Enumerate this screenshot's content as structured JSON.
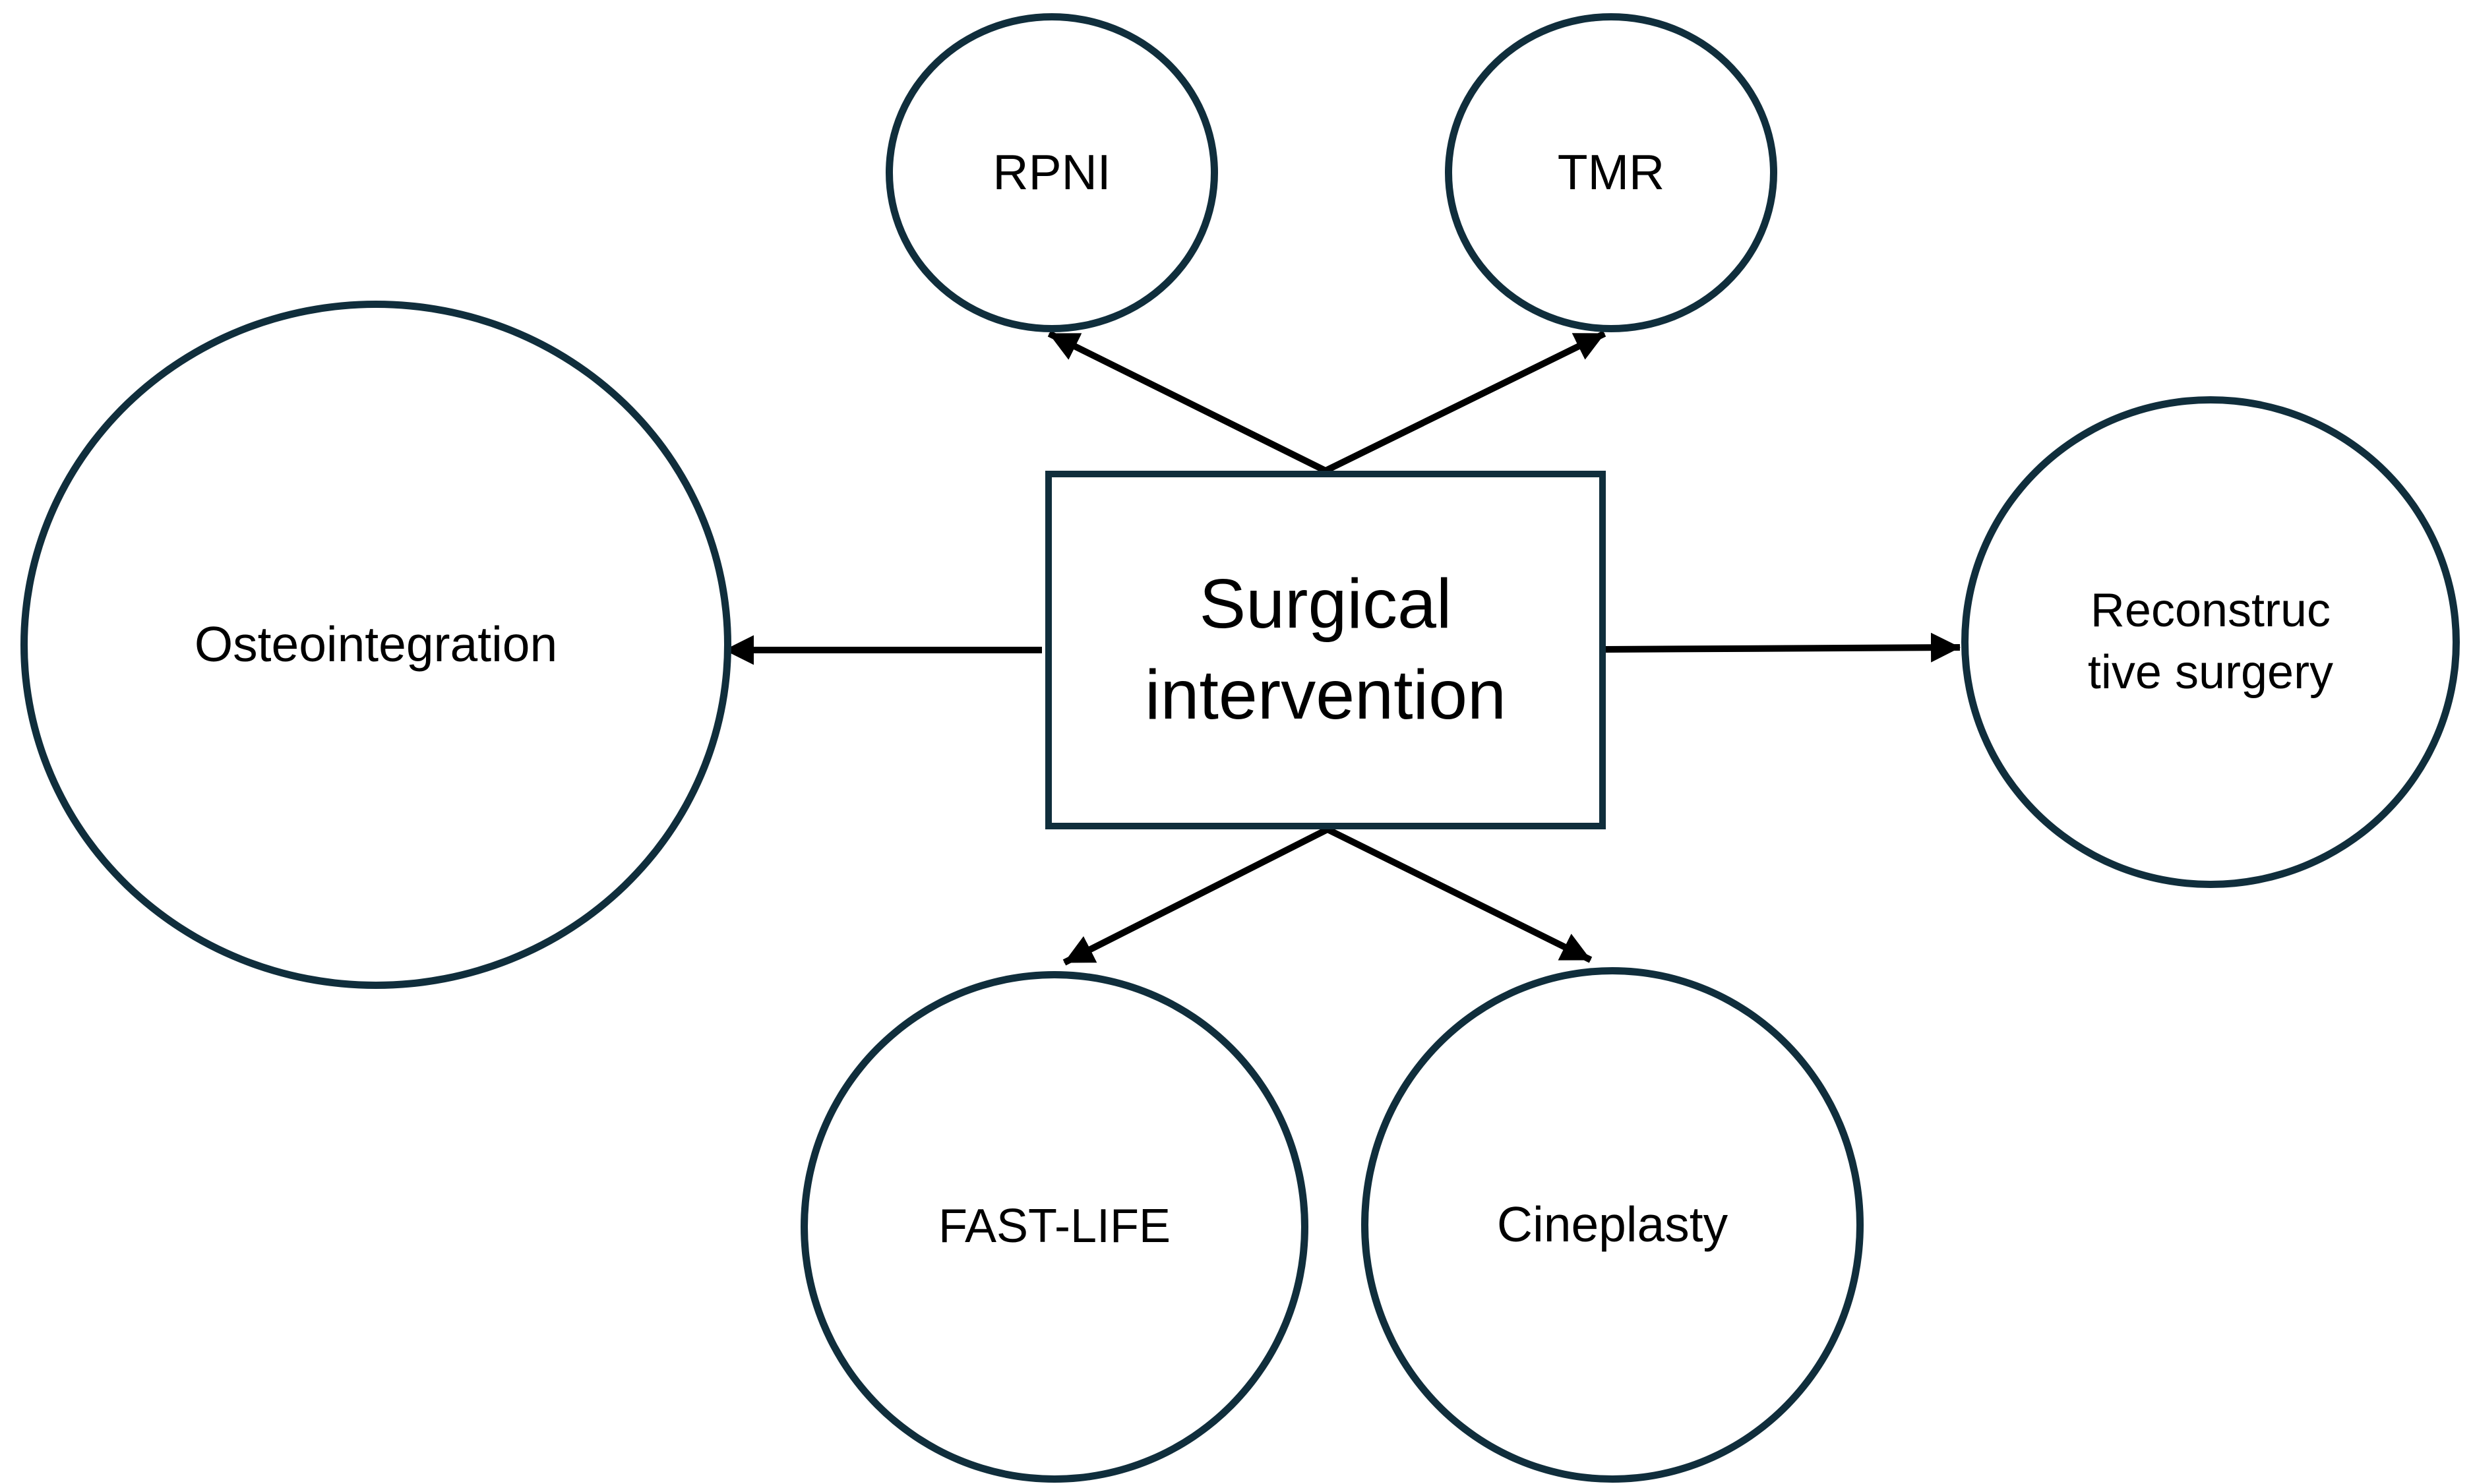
{
  "diagram": {
    "colors": {
      "background": "#ffffff",
      "node_border": "#102e3c",
      "arrow": "#000000",
      "text": "#000000"
    },
    "center": {
      "label": "Surgical\nintervention"
    },
    "nodes": [
      {
        "id": "rpni",
        "label": "RPNI"
      },
      {
        "id": "tmr",
        "label": "TMR"
      },
      {
        "id": "osteointegration",
        "label": "Osteointegration"
      },
      {
        "id": "reconstructive-surgery",
        "label": "Reconstruc\ntive surgery"
      },
      {
        "id": "fast-life",
        "label": "FAST-LIFE"
      },
      {
        "id": "cineplasty",
        "label": "Cineplasty"
      }
    ],
    "edges": [
      {
        "from": "surgical-intervention",
        "to": "rpni"
      },
      {
        "from": "surgical-intervention",
        "to": "tmr"
      },
      {
        "from": "surgical-intervention",
        "to": "osteointegration"
      },
      {
        "from": "surgical-intervention",
        "to": "reconstructive-surgery"
      },
      {
        "from": "surgical-intervention",
        "to": "fast-life"
      },
      {
        "from": "surgical-intervention",
        "to": "cineplasty"
      }
    ]
  }
}
